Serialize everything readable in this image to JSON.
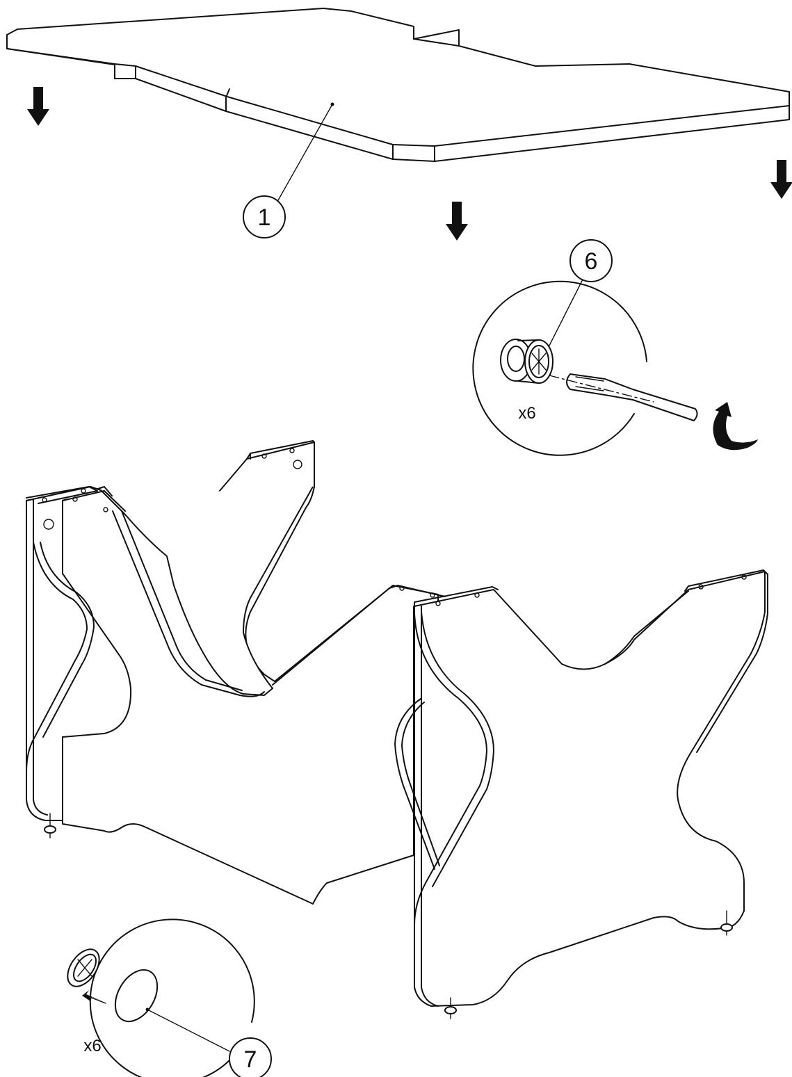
{
  "callouts": {
    "part_1": "1",
    "part_6": "6",
    "part_7": "7"
  },
  "quantities": {
    "cam_lock_qty": "x6",
    "cover_cap_qty": "x6"
  },
  "icons": {
    "down_arrow": "down-arrow-icon",
    "rotate_arrow": "rotate-clockwise-icon",
    "screwdriver": "screwdriver-icon",
    "cam_lock": "cam-lock-icon",
    "cover_cap": "cover-cap-icon"
  },
  "colors": {
    "line": "#111111",
    "background": "#ffffff"
  }
}
